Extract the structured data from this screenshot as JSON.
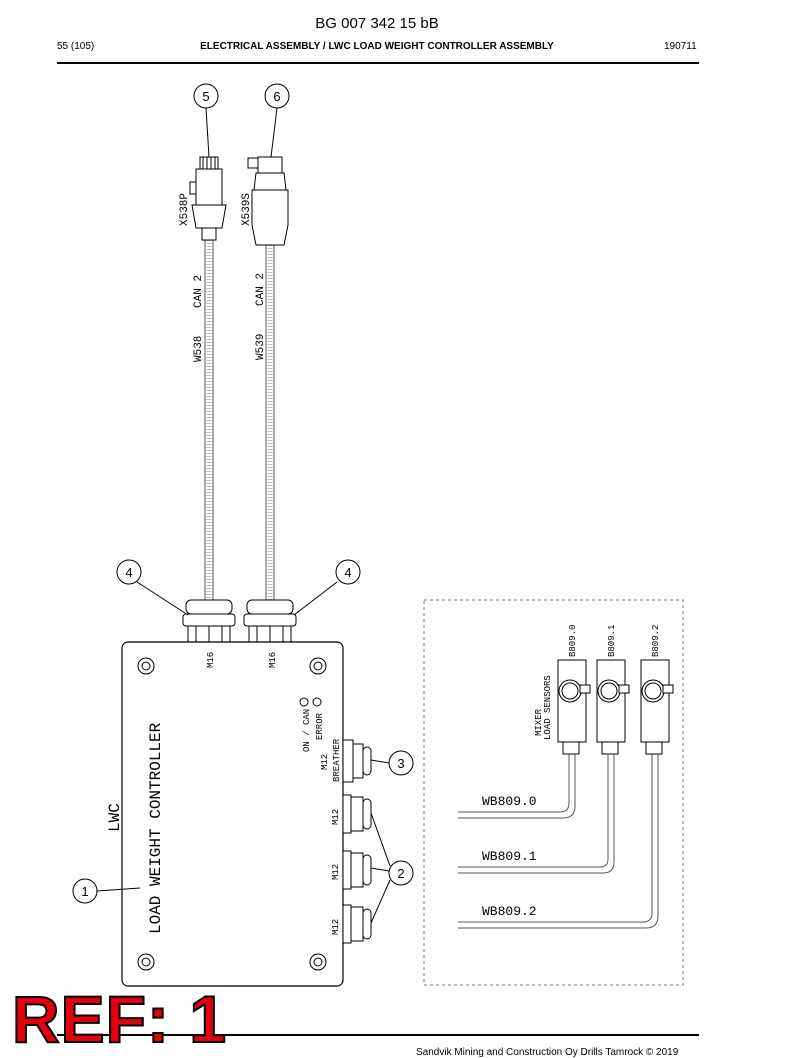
{
  "header": {
    "doc_id": "BG 007 342 15 bB",
    "page_number": "55 (105)",
    "title": "ELECTRICAL ASSEMBLY / LWC LOAD WEIGHT CONTROLLER ASSEMBLY",
    "date": "190711"
  },
  "callouts": [
    "1",
    "2",
    "3",
    "4",
    "4",
    "5",
    "6"
  ],
  "connectors": {
    "left": "X538P",
    "right": "X539S"
  },
  "cables": {
    "left_id": "W538",
    "left_bus": "CAN 2",
    "right_id": "W539",
    "right_bus": "CAN 2"
  },
  "controller": {
    "short": "LWC",
    "name": "LOAD WEIGHT CONTROLLER",
    "led_on": "ON / CAN",
    "led_error": "ERROR",
    "breather_size": "M12",
    "breather_label": "BREATHER",
    "gland_top_left": "M16",
    "gland_top_right": "M16",
    "gland_side": [
      "M12",
      "M12",
      "M12"
    ]
  },
  "sensors": {
    "group_label_1": "MIXER",
    "group_label_2": "LOAD SENSORS",
    "ids": [
      "B809.0",
      "B809.1",
      "B809.2"
    ],
    "wires": [
      "WB809.0",
      "WB809.1",
      "WB809.2"
    ]
  },
  "footer": {
    "text": "Sandvik Mining and Construction Oy Drills Tamrock © 2019"
  },
  "stamp": {
    "text": "REF: 1"
  }
}
